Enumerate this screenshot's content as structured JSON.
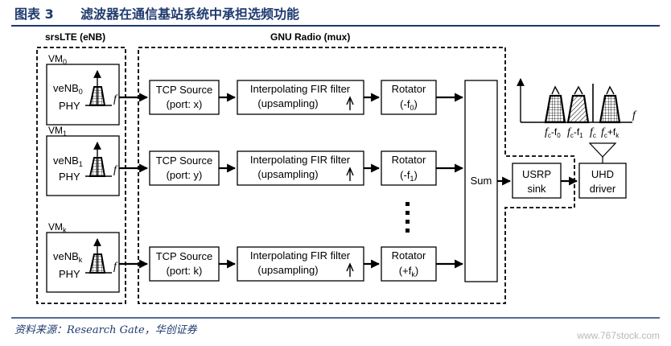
{
  "caption": {
    "prefix": "图表 3",
    "title": "滤波器在通信基站系统中承担选频功能"
  },
  "groups": {
    "srslte": "srsLTE (eNB)",
    "gnuradio": "GNU Radio (mux)"
  },
  "vms": [
    {
      "tag": "VM",
      "tag_sub": "0",
      "name": "veNB",
      "name_sub": "0",
      "phy": "PHY",
      "f": "f"
    },
    {
      "tag": "VM",
      "tag_sub": "1",
      "name": "veNB",
      "name_sub": "1",
      "phy": "PHY",
      "f": "f"
    },
    {
      "tag": "VM",
      "tag_sub": "k",
      "name": "veNB",
      "name_sub": "k",
      "phy": "PHY",
      "f": "f"
    }
  ],
  "rows": [
    {
      "tcp_l1": "TCP Source",
      "tcp_l2": "(port: x)",
      "fir_l1": "Interpolating FIR filter",
      "fir_l2": "(upsampling)",
      "rot_l1": "Rotator",
      "rot_pre": "(-f",
      "rot_sub": "0",
      "rot_post": ")"
    },
    {
      "tcp_l1": "TCP Source",
      "tcp_l2": "(port: y)",
      "fir_l1": "Interpolating FIR filter",
      "fir_l2": "(upsampling)",
      "rot_l1": "Rotator",
      "rot_pre": "(-f",
      "rot_sub": "1",
      "rot_post": ")"
    },
    {
      "tcp_l1": "TCP Source",
      "tcp_l2": "(port: k)",
      "fir_l1": "Interpolating FIR filter",
      "fir_l2": "(upsampling)",
      "rot_l1": "Rotator",
      "rot_pre": "(+f",
      "rot_sub": "k",
      "rot_post": ")"
    }
  ],
  "sum": "Sum",
  "usrp": {
    "l1": "USRP",
    "l2": "sink"
  },
  "uhd": {
    "l1": "UHD",
    "l2": "driver"
  },
  "spectrum": {
    "f": "f",
    "labels": [
      {
        "a": "f",
        "a_sub": "c",
        "b": "-f",
        "b_sub": "0"
      },
      {
        "a": "f",
        "a_sub": "c",
        "b": "-f",
        "b_sub": "1"
      },
      {
        "a": "f",
        "a_sub": "c",
        "b": "",
        "b_sub": ""
      },
      {
        "a": "f",
        "a_sub": "c",
        "b": "+f",
        "b_sub": "k"
      }
    ]
  },
  "source": "资料来源：Research Gate，华创证券",
  "watermark": "www.767stock.com"
}
